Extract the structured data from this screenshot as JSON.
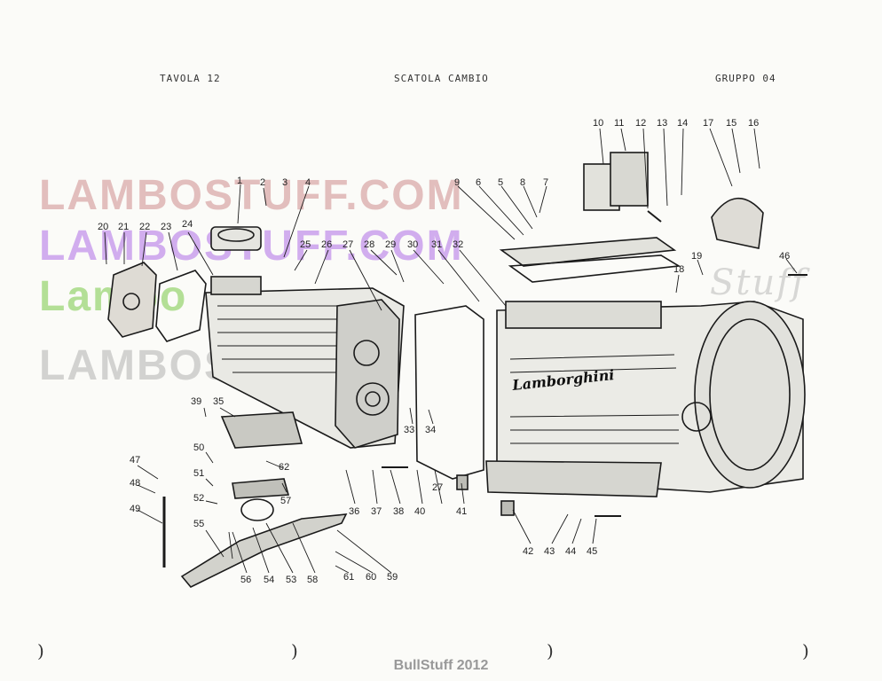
{
  "header": {
    "left": "TAVOLA 12",
    "center": "SCATOLA CAMBIO",
    "right": "GRUPPO 04"
  },
  "watermarks": [
    "LAMBOSTUFF.COM",
    "LAMBOSTUFF.COM",
    "Lambo",
    "LAMBOS",
    "Stuff"
  ],
  "housing_logo": "Lamborghini",
  "footer": "BullStuff 2012",
  "parts": [
    "1",
    "2",
    "3",
    "4",
    "5",
    "6",
    "7",
    "8",
    "9",
    "10",
    "11",
    "12",
    "13",
    "14",
    "15",
    "16",
    "17",
    "18",
    "19",
    "20",
    "21",
    "22",
    "23",
    "24",
    "25",
    "26",
    "27",
    "27",
    "28",
    "29",
    "30",
    "31",
    "32",
    "33",
    "34",
    "35",
    "36",
    "37",
    "38",
    "39",
    "40",
    "41",
    "42",
    "43",
    "44",
    "45",
    "46",
    "47",
    "48",
    "49",
    "50",
    "51",
    "52",
    "53",
    "54",
    "55",
    "56",
    "57",
    "58",
    "59",
    "60",
    "61",
    "62"
  ],
  "margin_marks": [
    ")",
    ")",
    ")",
    ")"
  ],
  "colors": {
    "ink": "#1a1a1a",
    "paper": "#fbfbf8"
  }
}
